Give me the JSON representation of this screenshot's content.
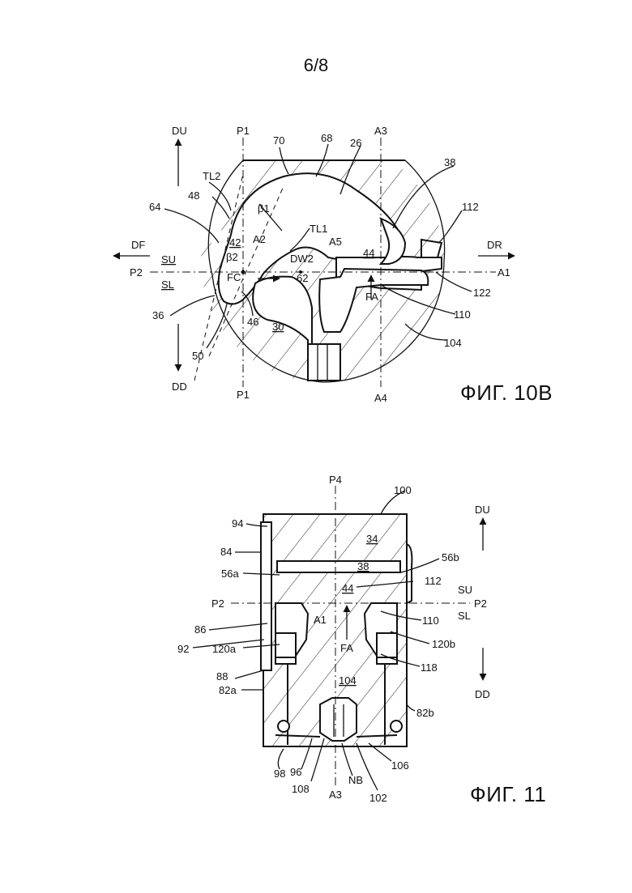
{
  "page": {
    "number": "6/8"
  },
  "fig10b": {
    "caption": "ФИГ. 10B",
    "labels": {
      "DU": "DU",
      "DD": "DD",
      "DF": "DF",
      "DR": "DR",
      "SU": "SU",
      "SL": "SL",
      "P1_top": "P1",
      "P1_bot": "P1",
      "P2": "P2",
      "A1": "A1",
      "A2": "A2",
      "A3": "A3",
      "A4": "A4",
      "A5": "A5",
      "FC": "FC",
      "FA": "FA",
      "TL1": "TL1",
      "TL2": "TL2",
      "DW2": "DW2",
      "beta1": "β1",
      "beta2": "β2",
      "r26": "26",
      "r30": "30",
      "r36": "36",
      "r38": "38",
      "r42": "42",
      "r44": "44",
      "r46": "46",
      "r48": "48",
      "r50": "50",
      "r62": "62",
      "r64": "64",
      "r68": "68",
      "r70": "70",
      "r104": "104",
      "r110": "110",
      "r112": "112",
      "r122": "122"
    }
  },
  "fig11": {
    "caption": "ФИГ. 11",
    "labels": {
      "P4": "P4",
      "P2_left": "P2",
      "P2_right": "P2",
      "DU": "DU",
      "DD": "DD",
      "SU": "SU",
      "SL": "SL",
      "A1": "A1",
      "A3": "A3",
      "FA": "FA",
      "NB": "NB",
      "r34": "34",
      "r38": "38",
      "r44": "44",
      "r56a": "56a",
      "r56b": "56b",
      "r82a": "82a",
      "r82b": "82b",
      "r84": "84",
      "r86": "86",
      "r88": "88",
      "r92": "92",
      "r94": "94",
      "r96": "96",
      "r98": "98",
      "r100": "100",
      "r102": "102",
      "r104": "104",
      "r106": "106",
      "r108": "108",
      "r110": "110",
      "r112": "112",
      "r118": "118",
      "r120a": "120a",
      "r120b": "120b"
    }
  }
}
